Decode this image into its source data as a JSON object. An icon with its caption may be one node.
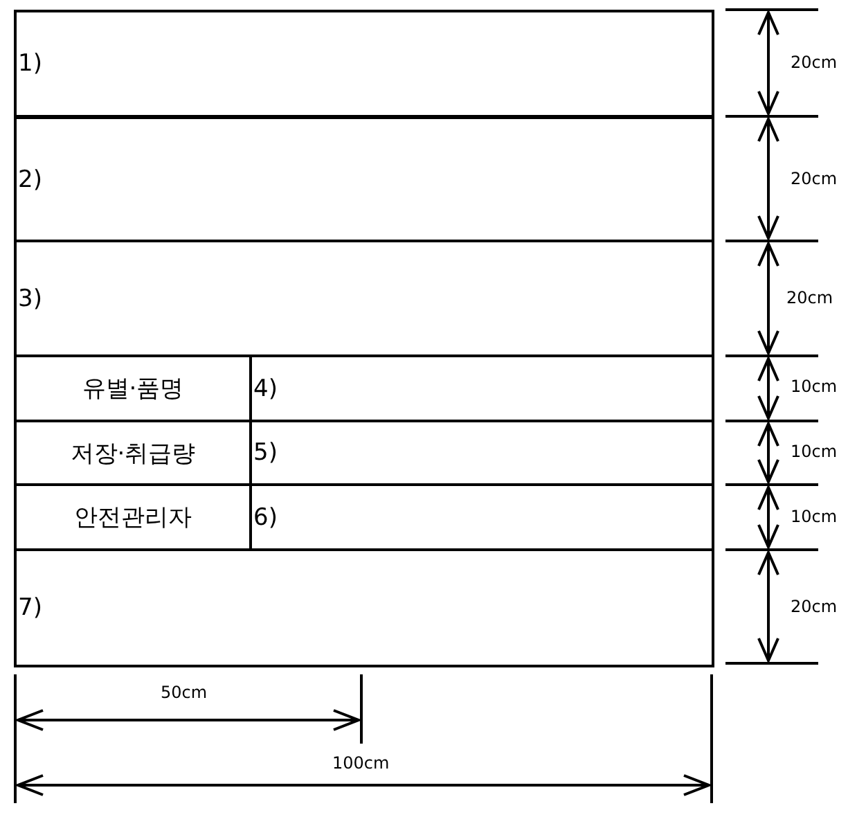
{
  "diagram": {
    "nodes": [
      {
        "text": [
          "1)"
        ]
      },
      {
        "text": [
          "2)"
        ]
      },
      {
        "text": [
          "3)"
        ]
      },
      {
        "text": [
          "유별·품명"
        ]
      },
      {
        "text": [
          "4)"
        ]
      },
      {
        "text": [
          "저장·취급량"
        ]
      },
      {
        "text": [
          "5)"
        ]
      },
      {
        "text": [
          "안전관리자"
        ]
      },
      {
        "text": [
          "6)"
        ]
      },
      {
        "text": [
          "7)"
        ]
      }
    ],
    "edges": [],
    "labels": [
      "20cm",
      "20cm",
      "20cm",
      "10cm",
      "10cm",
      "10cm",
      "20cm",
      "50cm",
      "100cm"
    ]
  }
}
